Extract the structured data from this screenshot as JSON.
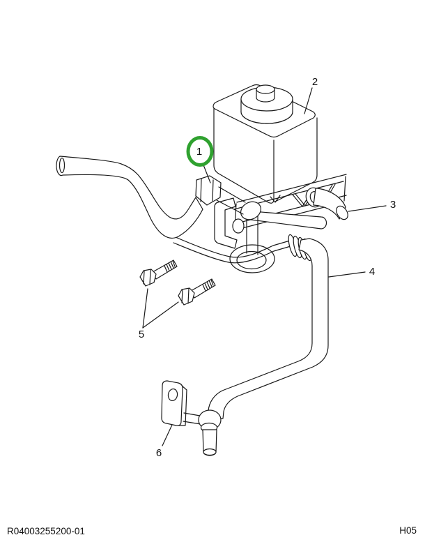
{
  "figure": {
    "type": "exploded-parts-line-drawing",
    "description": "Isometric line drawing of a power steering reservoir, hoses, bracket and mounting hardware",
    "colors": {
      "line": "#1a1a1a",
      "background": "#ffffff",
      "highlight_ring": "#2fa12f"
    },
    "callouts": [
      {
        "number": "1",
        "part": "hose-end-hex-fitting",
        "highlighted": true
      },
      {
        "number": "2",
        "part": "reservoir-tank"
      },
      {
        "number": "3",
        "part": "elbow-hose"
      },
      {
        "number": "4",
        "part": "long-return-hose"
      },
      {
        "number": "5",
        "part": "hex-mounting-bolts"
      },
      {
        "number": "6",
        "part": "mounting-tab-bracket"
      }
    ],
    "footer": {
      "drawing_number": "R04003255200-01",
      "sheet_code": "H05"
    }
  }
}
